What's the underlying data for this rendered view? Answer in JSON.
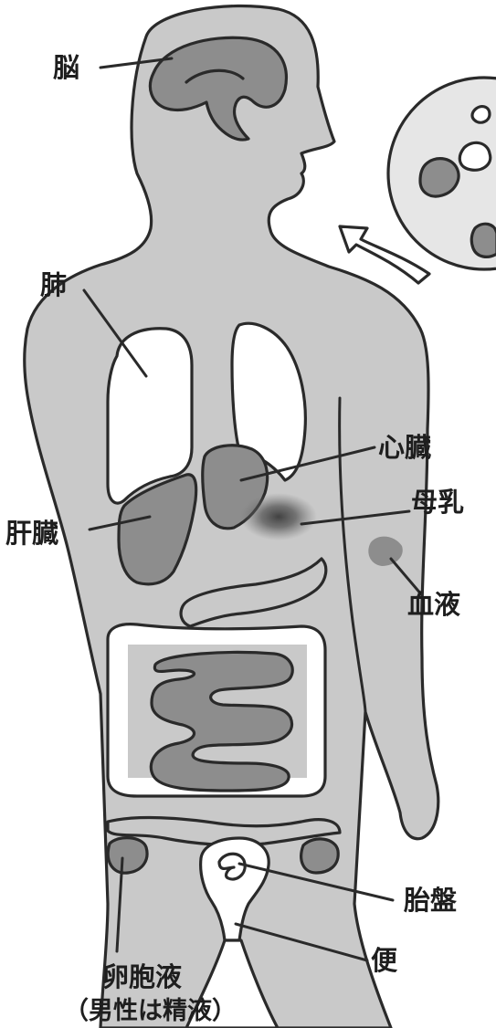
{
  "labels": {
    "brain": "脳",
    "lungs": "肺",
    "heart": "心臓",
    "breast_milk": "母乳",
    "liver": "肝臓",
    "blood": "血液",
    "placenta": "胎盤",
    "stool": "便",
    "follicular_fluid": "卵胞液",
    "semen_note": "（男性は精液）"
  },
  "colors": {
    "body_fill": "#c9c9c9",
    "organ_dark": "#8d8d8d",
    "organ_white": "#ffffff",
    "outline": "#2a2a2a"
  }
}
